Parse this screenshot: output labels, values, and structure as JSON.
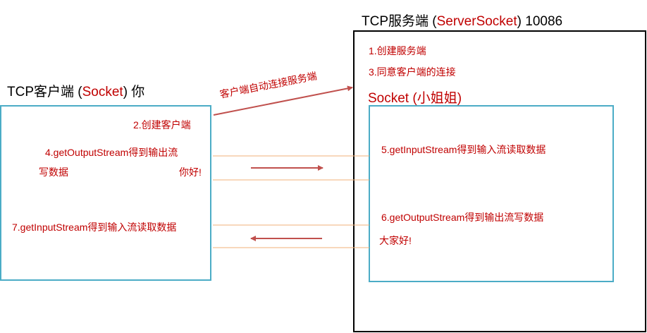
{
  "client": {
    "title_prefix": "TCP客户端 (",
    "title_socket": "Socket",
    "title_suffix": ") 你",
    "step2": "2.创建客户端",
    "step4": "4.getOutputStream得到输出流",
    "step4_write": "写数据",
    "hello": "你好!",
    "step7": "7.getInputStream得到输入流读取数据"
  },
  "connect_label": "客户端自动连接服务端",
  "server": {
    "title_prefix": "TCP服务端 (",
    "title_socket": "ServerSocket",
    "title_suffix": ") 10086",
    "step1": "1.创建服务端",
    "step3": "3.同意客户端的连接",
    "socket_label": "Socket (小姐姐)",
    "step5": "5.getInputStream得到输入流读取数据",
    "step6": "6.getOutputStream得到输出流写数据",
    "reply": "大家好!"
  },
  "colors": {
    "text_red": "#c00000",
    "box_border": "#4bacc6",
    "stream_line": "#f0b27a",
    "arrow": "#c0504d"
  }
}
